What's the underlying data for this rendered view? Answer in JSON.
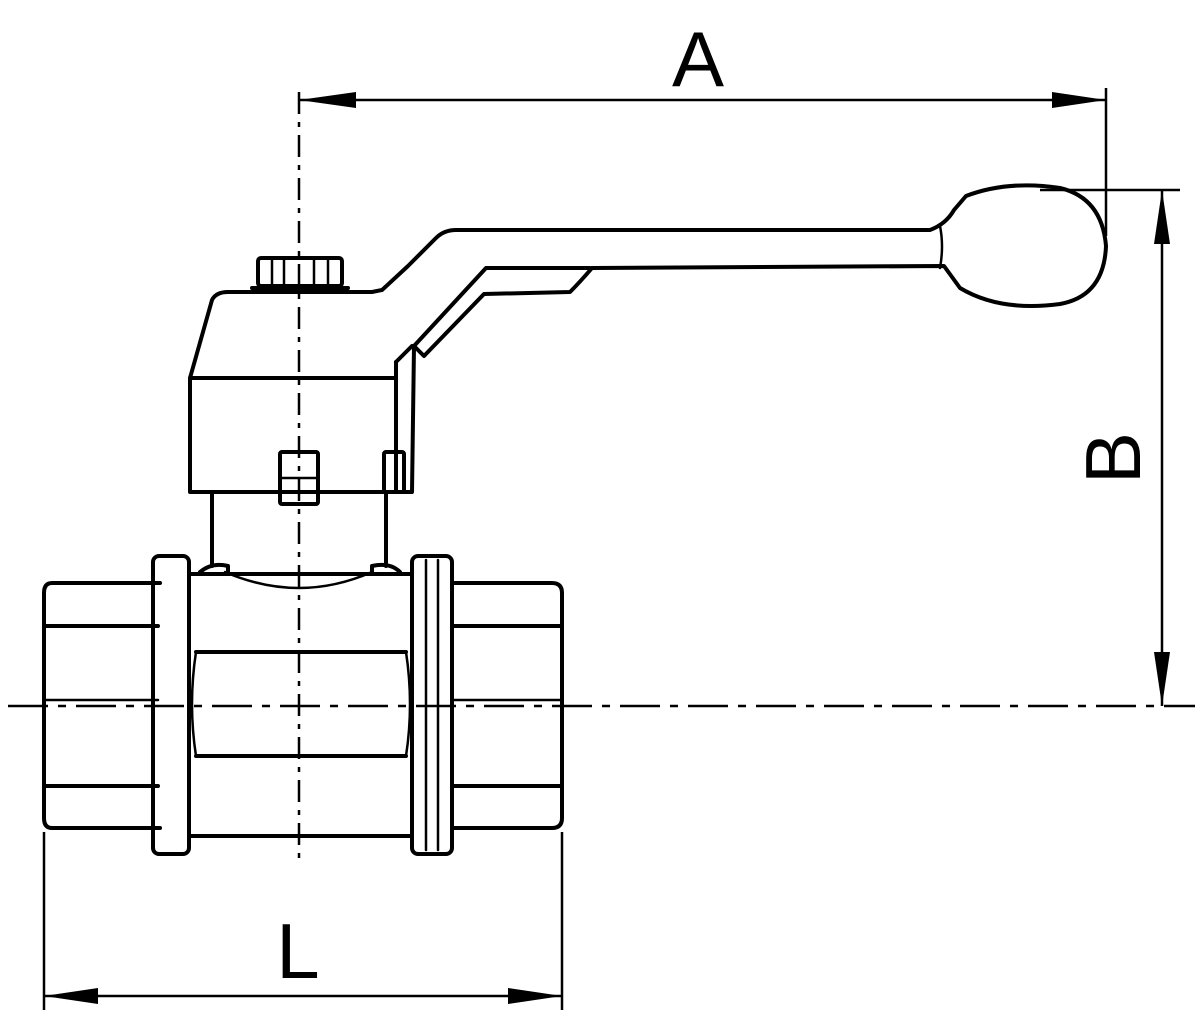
{
  "dimensions": {
    "a_label": "A",
    "b_label": "B",
    "l_label": "L"
  },
  "colors": {
    "stroke": "#000000",
    "background": "#ffffff"
  }
}
